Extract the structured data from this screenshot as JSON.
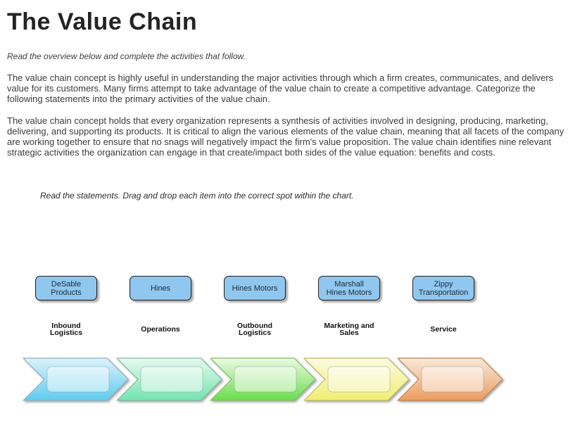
{
  "page": {
    "title": "The Value Chain",
    "intro_instruction": "Read the overview below and complete the activities that follow.",
    "paragraph1": "The value chain concept is highly useful in understanding the major activities through which a firm creates, communicates, and delivers value for its customers. Many firms attempt to take advantage of the value chain to create a competitive advantage. Categorize the following statements into the primary activities of the value chain.",
    "paragraph2": "The value chain concept holds that every organization represents a synthesis of activities involved in designing, producing, marketing, delivering, and supporting its products.  It is critical to align the various elements of the value chain, meaning that all facets of the company are working together to ensure that no snags will negatively impact the firm's value proposition.  The value chain identifies nine relevant strategic activities the organization can engage in that create/impact both sides of the value equation: benefits and costs.",
    "drag_instruction": "Read the statements. Drag and drop each item into the correct spot within the chart."
  },
  "drag_items": [
    {
      "label": "DeSable Products",
      "lines": [
        "DeSable",
        "Products"
      ]
    },
    {
      "label": "Hines",
      "lines": [
        "Hines"
      ]
    },
    {
      "label": "Hines Motors",
      "lines": [
        "Hines Motors"
      ]
    },
    {
      "label": "Marshall Hines Motors",
      "lines": [
        "Marshall",
        "Hines Motors"
      ]
    },
    {
      "label": "Zippy Transportation",
      "lines": [
        "Zippy",
        "Transportation"
      ]
    }
  ],
  "categories": [
    {
      "label": "Inbound Logistics",
      "lines": [
        "Inbound",
        "Logistics"
      ]
    },
    {
      "label": "Operations",
      "lines": [
        "Operations"
      ]
    },
    {
      "label": "Outbound Logistics",
      "lines": [
        "Outbound",
        "Logistics"
      ]
    },
    {
      "label": "Marketing and Sales",
      "lines": [
        "Marketing and",
        "Sales"
      ]
    },
    {
      "label": "Service",
      "lines": [
        "Service"
      ]
    }
  ],
  "chevrons": [
    {
      "category": "Inbound Logistics",
      "gradient_top": "#DCF2FB",
      "gradient_bottom": "#5FCBEE",
      "stroke": "#8FB2C0"
    },
    {
      "category": "Operations",
      "gradient_top": "#E7FAF1",
      "gradient_bottom": "#72E3AE",
      "stroke": "#82BC9E"
    },
    {
      "category": "Outbound Logistics",
      "gradient_top": "#ECFAE3",
      "gradient_bottom": "#69DC4C",
      "stroke": "#84BD66"
    },
    {
      "category": "Marketing and Sales",
      "gradient_top": "#FCFBE2",
      "gradient_bottom": "#F1ED70",
      "stroke": "#BFBA68"
    },
    {
      "category": "Service",
      "gradient_top": "#F9E9DA",
      "gradient_bottom": "#EC9C5E",
      "stroke": "#BC8352"
    }
  ],
  "colors": {
    "drag_box_fill": "#90C7EF",
    "drag_box_border": "#1C1C1C"
  }
}
